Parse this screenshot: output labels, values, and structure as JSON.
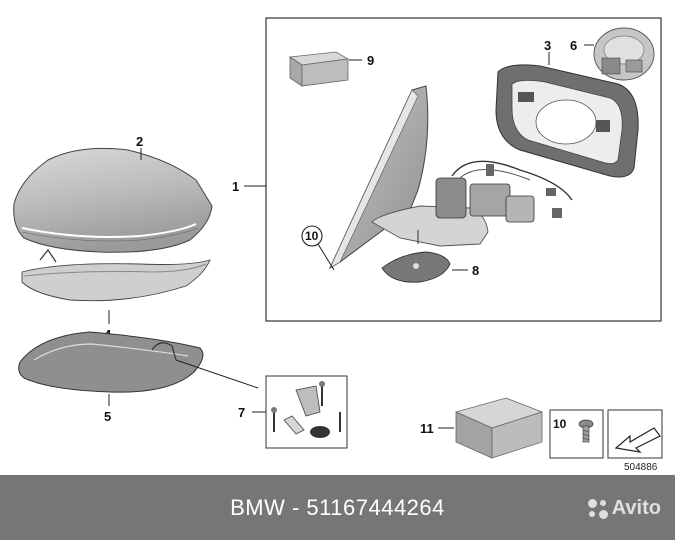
{
  "diagram": {
    "callouts": {
      "c1": "1",
      "c2": "2",
      "c3": "3",
      "c4": "4",
      "c5": "5",
      "c6": "6",
      "c7": "7",
      "c8": "8",
      "c9": "9",
      "c10_circled": "10",
      "c10": "10",
      "c11": "11"
    },
    "diagram_number": "504886"
  },
  "footer": {
    "caption": "BMW - 51167444264"
  },
  "watermark": {
    "brand": "Avito"
  }
}
